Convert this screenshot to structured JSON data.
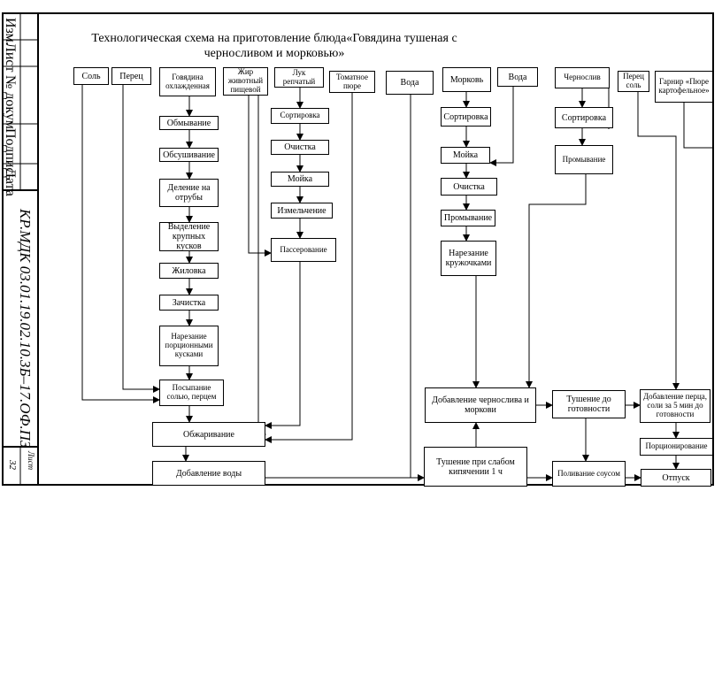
{
  "title": {
    "line1": "Технологическая схема на приготовление блюда«Говядина тушеная с",
    "line2": "черносливом и морковью»"
  },
  "stamp": {
    "izm": "Изм.",
    "list": "Лист",
    "doc": "№ докум",
    "podpis": "Подпись",
    "data": "Дата",
    "code": "КР.МДК 03.01.19.02.10.3Б–17.ОФ.ПЗ",
    "list_label": "Лист",
    "page": "32"
  },
  "nodes": {
    "sol": "Соль",
    "perec": "Перец",
    "govyadina": "Говядина охлажденная",
    "zhir": "Жир животный пищевой",
    "luk": "Лук репчатый",
    "tomat": "Томатное пюре",
    "voda1": "Вода",
    "morkov": "Морковь",
    "voda2": "Вода",
    "chernosliv": "Чернослив",
    "perec_sol": "Перец соль",
    "garnir": "Гарнир «Пюре картофельное»",
    "obmyvanie": "Обмывание",
    "obsushivanie": "Обсушивание",
    "delenie": "Деление на отрубы",
    "vydelenie": "Выделение крупных кусков",
    "zhilovka": "Жиловка",
    "zachistka": "Зачистка",
    "narezanie_porc": "Нарезание порционными кусками",
    "posypanie": "Посыпание солью, перцем",
    "obzharivanie": "Обжаривание",
    "dobavlenie_vody": "Добавление воды",
    "sortirovka_luk": "Сортировка",
    "ochistka_luk": "Очистка",
    "moyka_luk": "Мойка",
    "izmelchenie": "Измельчение",
    "passerovanie": "Пассерование",
    "sortirovka_mork": "Сортировка",
    "moyka_mork": "Мойка",
    "ochistka_mork": "Очистка",
    "promyvanie_mork": "Промывание",
    "narezanie_kruzh": "Нарезание кружочками",
    "sortirovka_chern": "Сортировка",
    "promyvanie_chern": "Промывание",
    "dobavlenie_chern": "Добавление чернослива и моркови",
    "tushenie_slab": "Тушение при слабом кипячении 1 ч",
    "tushenie_got": "Тушение до готовности",
    "polivanie": "Поливание соусом",
    "dobavlenie_perca": "Добавление перца, соли за 5 мин до готовности",
    "porcionirovanie": "Порционирование",
    "otpusk": "Отпуск"
  }
}
